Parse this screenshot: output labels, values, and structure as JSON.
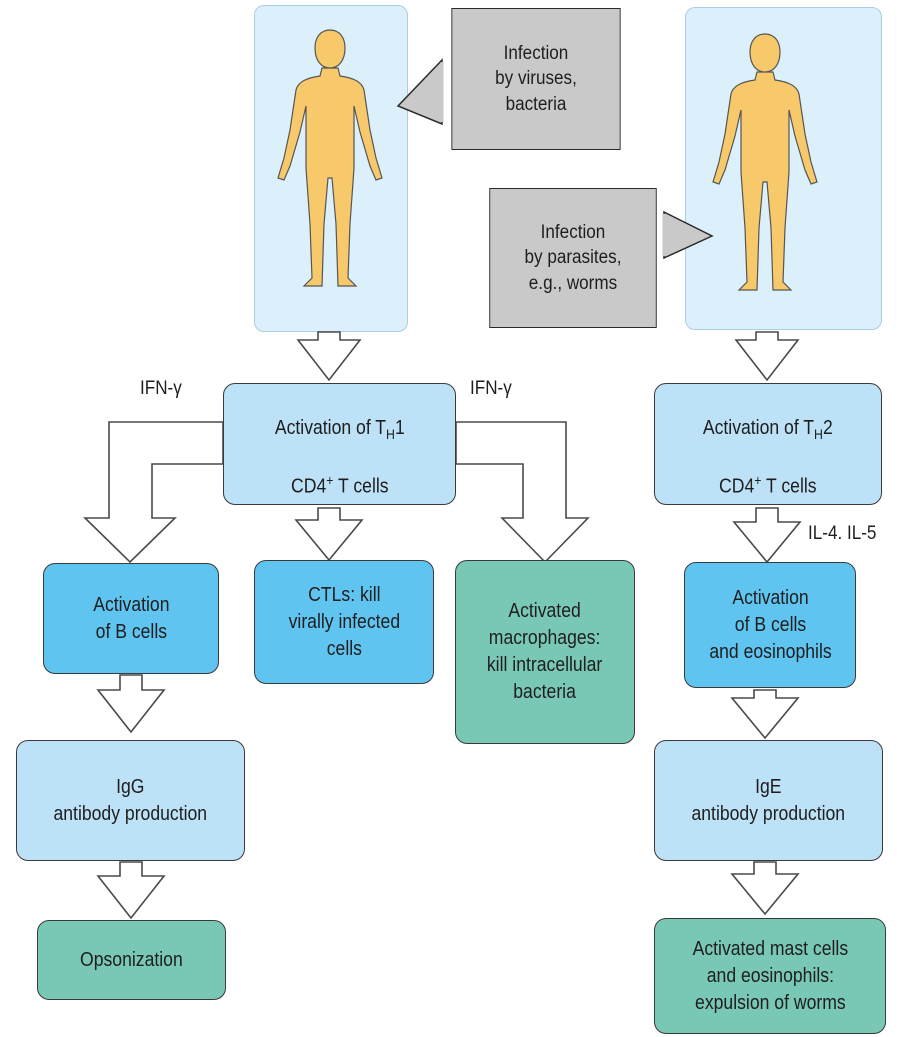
{
  "callouts": {
    "viruses": "Infection\nby viruses,\nbacteria",
    "parasites": "Infection\nby parasites,\ne.g., worms"
  },
  "labels": {
    "ifn_left": "IFN-γ",
    "ifn_right": "IFN-γ",
    "il4_il5": "IL-4. IL-5"
  },
  "th1": {
    "pre": "Activation of T",
    "sub": "H",
    "post": "1",
    "line2_pre": "CD4",
    "sup": "+",
    "line2_post": " T cells"
  },
  "th2": {
    "pre": "Activation of T",
    "sub": "H",
    "post": "2",
    "line2_pre": "CD4",
    "sup": "+",
    "line2_post": " T cells"
  },
  "boxes": {
    "b_cells_left": "Activation\nof B cells",
    "ctls": "CTLs: kill\nvirally infected\ncells",
    "macrophages": "Activated\nmacrophages:\nkill intracellular\nbacteria",
    "b_cells_eos": "Activation\nof B cells\nand eosinophils",
    "igg": "IgG\nantibody production",
    "ige": "IgE\nantibody production",
    "opsonization": "Opsonization",
    "mast_cells": "Activated mast cells\nand eosinophils:\nexpulsion of worms"
  },
  "colors": {
    "light_box": "#bde2f7",
    "mid_box": "#5fc4f0",
    "teal_box": "#79c8b6",
    "callout": "#c9c9c9",
    "figure": "#f7c96b"
  }
}
